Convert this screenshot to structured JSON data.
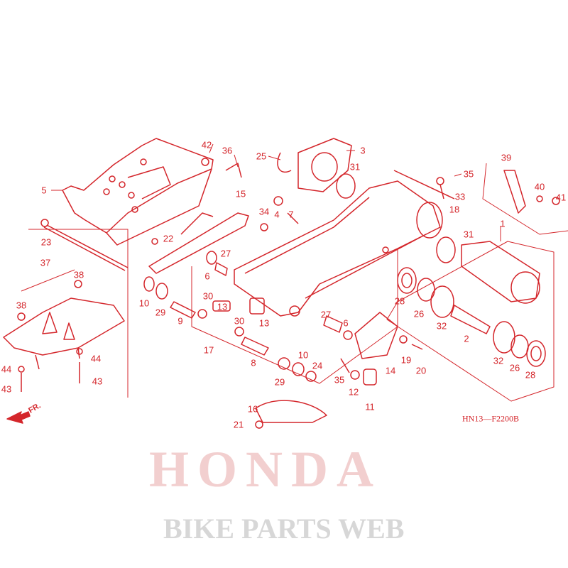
{
  "diagram": {
    "part_labels": [
      "42",
      "36",
      "25",
      "3",
      "31",
      "35",
      "39",
      "5",
      "15",
      "34",
      "4",
      "7",
      "33",
      "40",
      "41",
      "18",
      "22",
      "23",
      "1",
      "31",
      "37",
      "38",
      "27",
      "6",
      "38",
      "10",
      "29",
      "9",
      "30",
      "13",
      "13",
      "28",
      "26",
      "32",
      "30",
      "27",
      "6",
      "2",
      "17",
      "8",
      "10",
      "24",
      "14",
      "19",
      "20",
      "44",
      "44",
      "35",
      "12",
      "29",
      "32",
      "26",
      "28",
      "11",
      "43",
      "43",
      "16",
      "21"
    ],
    "diagram_code": "HN13—F2200B",
    "direction_label": "FR.",
    "watermark_brand": "HONDA",
    "watermark_site": "BIKE PARTS WEB",
    "line_color": "#d4262b"
  }
}
